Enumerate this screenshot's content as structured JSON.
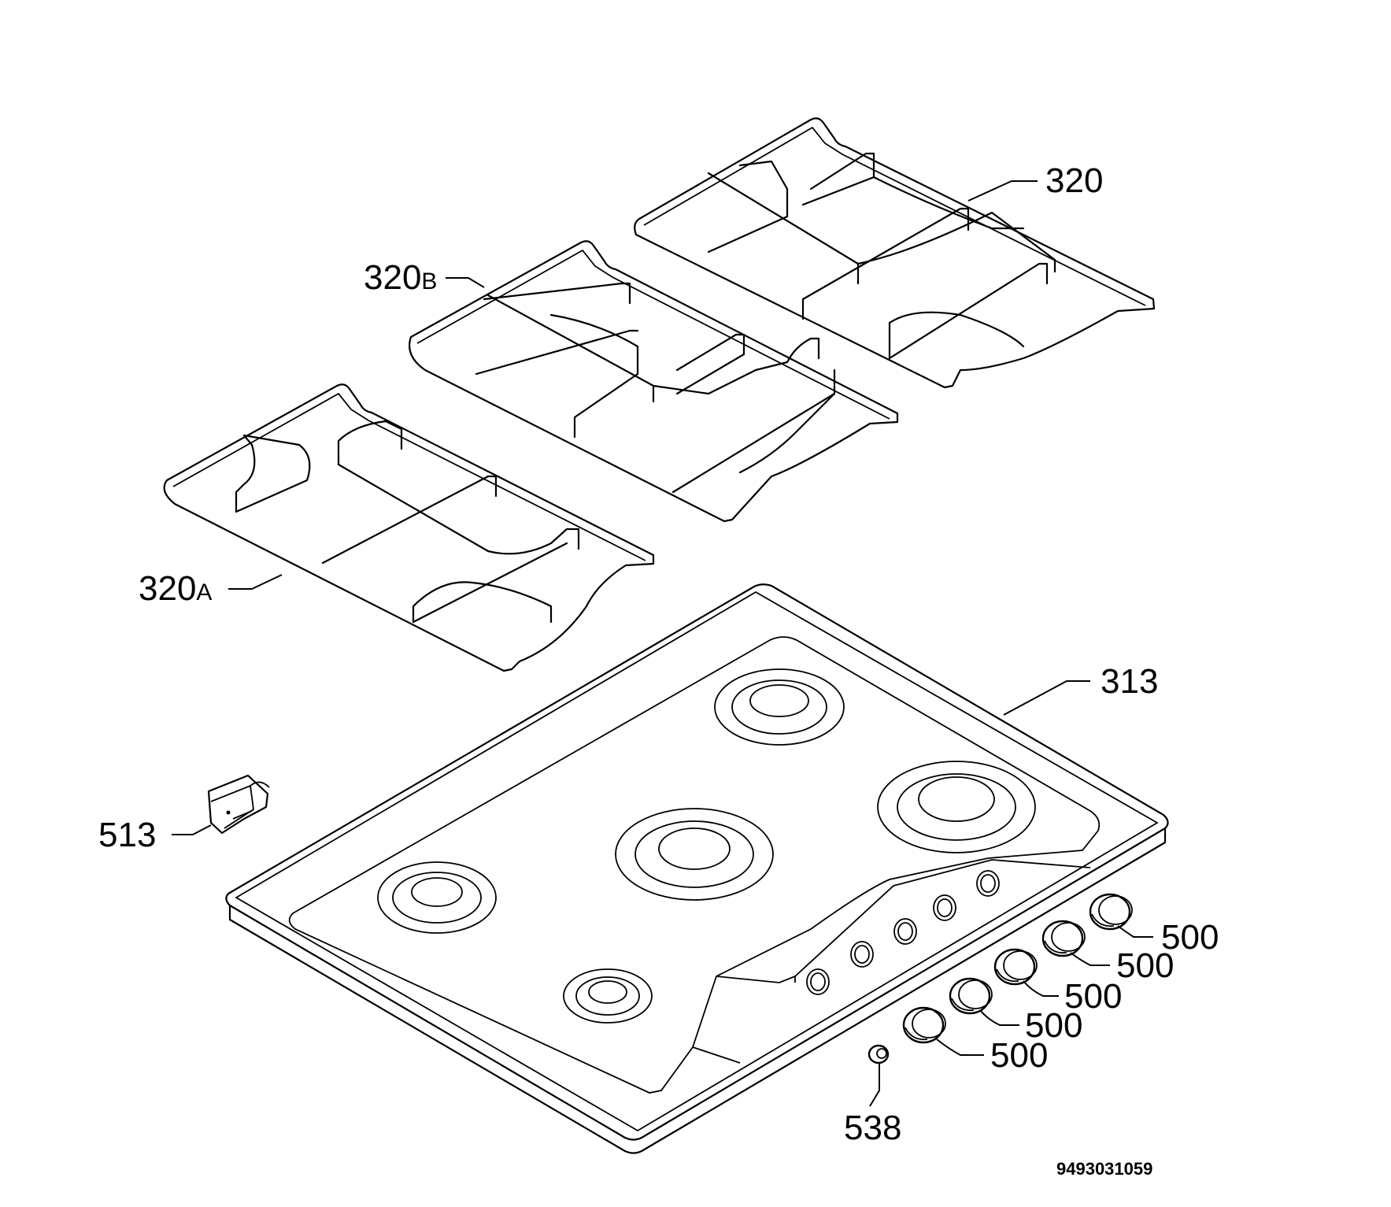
{
  "labels": {
    "grid_right": "320",
    "grid_middle_num": "320",
    "grid_middle_suffix": "B",
    "grid_left_num": "320",
    "grid_left_suffix": "A",
    "hob": "313",
    "bracket": "513",
    "knob_1": "500",
    "knob_2": "500",
    "knob_3": "500",
    "knob_4": "500",
    "knob_5": "500",
    "ignition_button": "538"
  },
  "diagram_code": "9493031059"
}
